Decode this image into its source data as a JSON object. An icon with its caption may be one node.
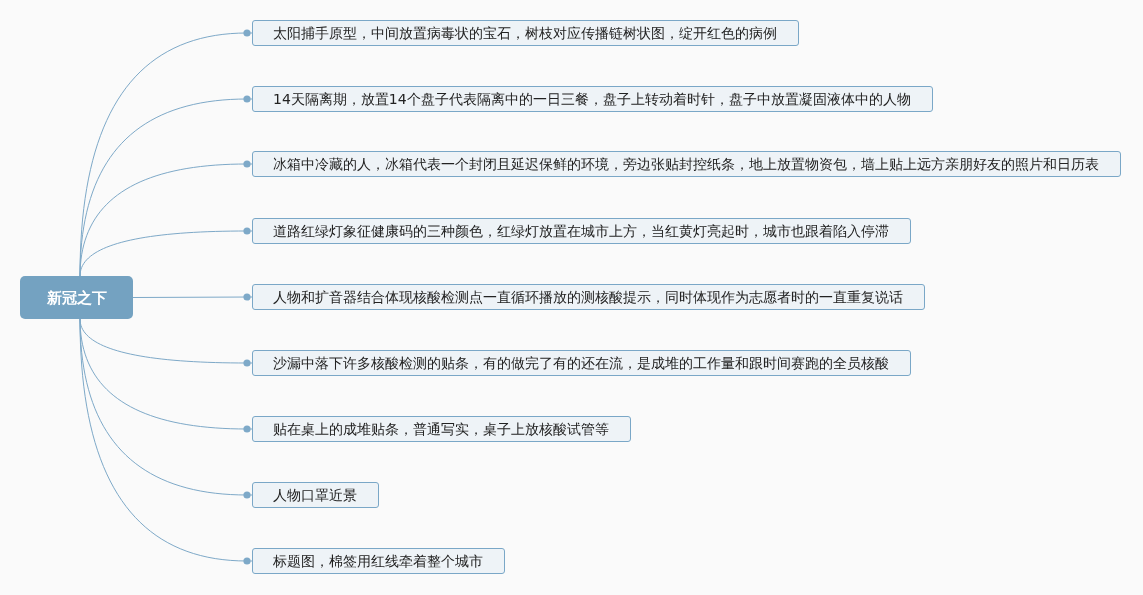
{
  "diagram": {
    "nodes": [
      {
        "text": [
          "新冠之下"
        ]
      },
      {
        "text": [
          "太阳捕手原型，中间放置病毒状的宝石，树枝对应传播链树状图，绽开红色的病例"
        ]
      },
      {
        "text": [
          "14天隔离期，放置14个盘子代表隔离中的一日三餐，盘子上转动着时针，盘子中放置凝固液体中的人物"
        ]
      },
      {
        "text": [
          "冰箱中冷藏的人，冰箱代表一个封闭且延迟保鲜的环境，旁边张贴封控纸条，地上放置物资包，墙上贴上远方亲朋好友的照片和日历表"
        ]
      },
      {
        "text": [
          "道路红绿灯象征健康码的三种颜色，红绿灯放置在城市上方，当红黄灯亮起时，城市也跟着陷入停滞"
        ]
      },
      {
        "text": [
          "人物和扩音器结合体现核酸检测点一直循环播放的测核酸提示，同时体现作为志愿者时的一直重复说话"
        ]
      },
      {
        "text": [
          "沙漏中落下许多核酸检测的贴条，有的做完了有的还在流，是成堆的工作量和跟时间赛跑的全员核酸"
        ]
      },
      {
        "text": [
          "贴在桌上的成堆贴条，普通写实，桌子上放核酸试管等"
        ]
      },
      {
        "text": [
          "人物口罩近景"
        ]
      },
      {
        "text": [
          "标题图，棉签用红线牵着整个城市"
        ]
      }
    ],
    "edges": [
      {
        "from": 0,
        "to": 1,
        "arrow": "other"
      },
      {
        "from": 0,
        "to": 2,
        "arrow": "other"
      },
      {
        "from": 0,
        "to": 3,
        "arrow": "other"
      },
      {
        "from": 0,
        "to": 4,
        "arrow": "other"
      },
      {
        "from": 0,
        "to": 5,
        "arrow": "other"
      },
      {
        "from": 0,
        "to": 6,
        "arrow": "other"
      },
      {
        "from": 0,
        "to": 7,
        "arrow": "other"
      },
      {
        "from": 0,
        "to": 8,
        "arrow": "other"
      },
      {
        "from": 0,
        "to": 9,
        "arrow": "other"
      }
    ]
  }
}
